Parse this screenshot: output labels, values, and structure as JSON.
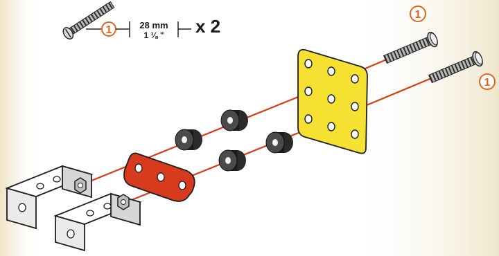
{
  "legend": {
    "step_number": "1",
    "length_metric": "28 mm",
    "length_imperial": "1 ⅛ \"",
    "quantity": "x 2"
  },
  "callouts": [
    {
      "label": "1"
    },
    {
      "label": "1"
    }
  ],
  "colors": {
    "accent_orange": "#e0641e",
    "plate_yellow": "#f5e132",
    "strip_red": "#d83a1e",
    "bracket_grey": "#d6d6d6",
    "spacer_black": "#1c1c1c",
    "background_side": "#f2ead2"
  },
  "icons": [
    "screw-icon",
    "nut-icon",
    "spacer-icon",
    "bracket-icon",
    "flat-plate-icon",
    "perforated-strip-icon"
  ]
}
